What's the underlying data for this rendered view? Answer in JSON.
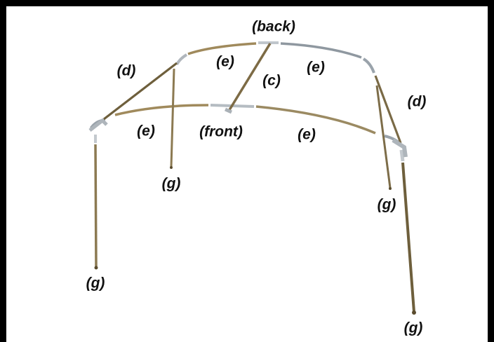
{
  "labels": {
    "back": "(back)",
    "front": "(front)",
    "c": "(c)",
    "d_left": "(d)",
    "d_right": "(d)",
    "e_back_left": "(e)",
    "e_back_right": "(e)",
    "e_front_left": "(e)",
    "e_front_right": "(e)",
    "g_inner_left": "(g)",
    "g_inner_right": "(g)",
    "g_outer_left": "(g)",
    "g_outer_right": "(g)"
  },
  "colors": {
    "frame": "#000000",
    "tube_gold": "#a08a5c",
    "tube_silver": "#9aa3ab",
    "label": "#111111"
  }
}
